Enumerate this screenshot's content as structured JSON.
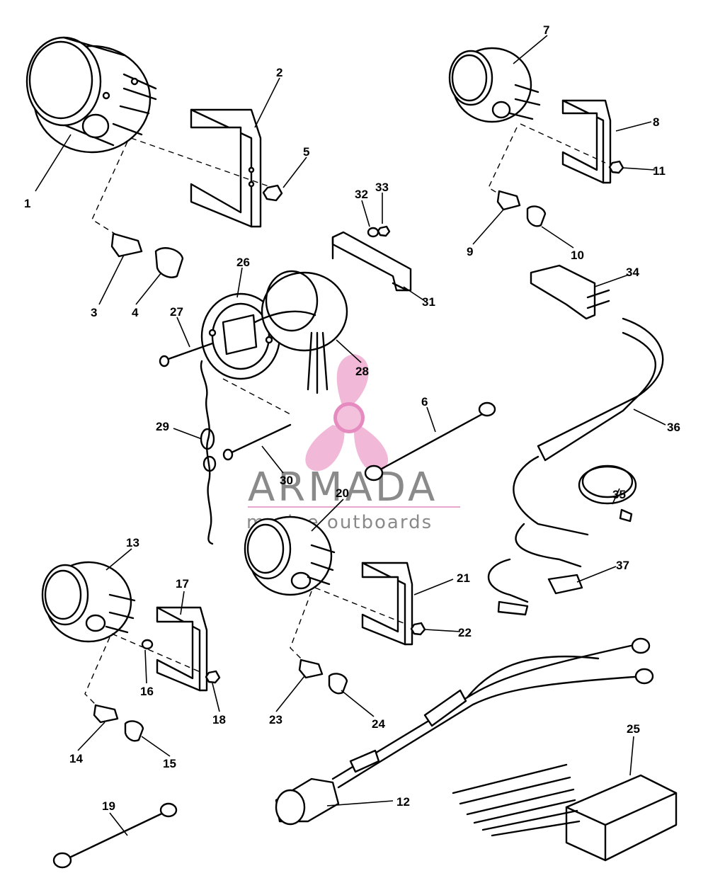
{
  "callouts": [
    "1",
    "2",
    "3",
    "4",
    "5",
    "6",
    "7",
    "8",
    "9",
    "10",
    "11",
    "12",
    "13",
    "14",
    "15",
    "16",
    "17",
    "18",
    "19",
    "20",
    "21",
    "22",
    "23",
    "24",
    "25",
    "26",
    "27",
    "28",
    "29",
    "30",
    "31",
    "32",
    "33",
    "34",
    "35",
    "36",
    "37"
  ],
  "watermark": {
    "brand": "ARMADA",
    "tagline": "marine outboards",
    "logo": "propeller-logo-icon",
    "colors": {
      "logo": "#f1b8d8",
      "text": "#8a8a8a",
      "line": "#e8a6cc"
    }
  }
}
